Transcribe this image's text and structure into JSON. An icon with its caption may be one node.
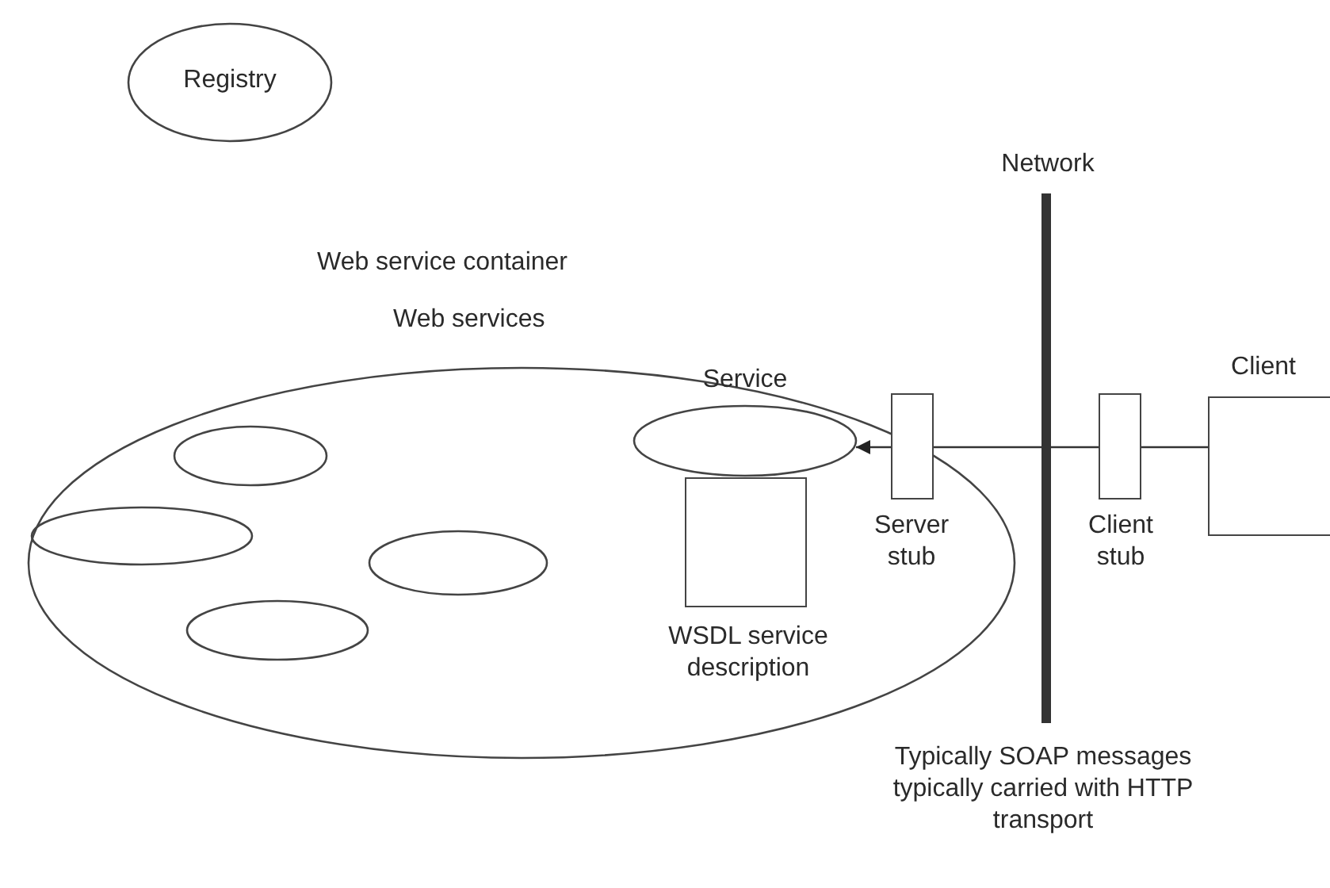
{
  "diagram": {
    "nodes": [
      {
        "text": [
          "Registry"
        ]
      },
      {
        "text": [
          "Web service container",
          "Web services"
        ]
      },
      {
        "text": [
          "Service"
        ],
        "in": 1
      },
      {
        "text": [
          "WSDL service description"
        ],
        "in": 1
      },
      {
        "text": [],
        "shape": "ellipse",
        "in": 1
      },
      {
        "text": [],
        "shape": "ellipse",
        "in": 1
      },
      {
        "text": [],
        "shape": "ellipse",
        "in": 1
      },
      {
        "text": [],
        "shape": "ellipse",
        "in": 1
      },
      {
        "text": [
          "Server stub"
        ],
        "in": 1
      },
      {
        "text": [
          "Network"
        ],
        "beside": [
          "Typically SOAP messages typically carried with HTTP transport"
        ]
      },
      {
        "text": [
          "Client stub"
        ]
      },
      {
        "text": [
          "Client"
        ]
      }
    ],
    "edges": [
      {
        "from": 11,
        "to": 10,
        "arrow": "none"
      },
      {
        "from": 10,
        "to": 8,
        "arrow": "none"
      },
      {
        "from": 8,
        "to": 2,
        "arrow": "to"
      }
    ]
  }
}
